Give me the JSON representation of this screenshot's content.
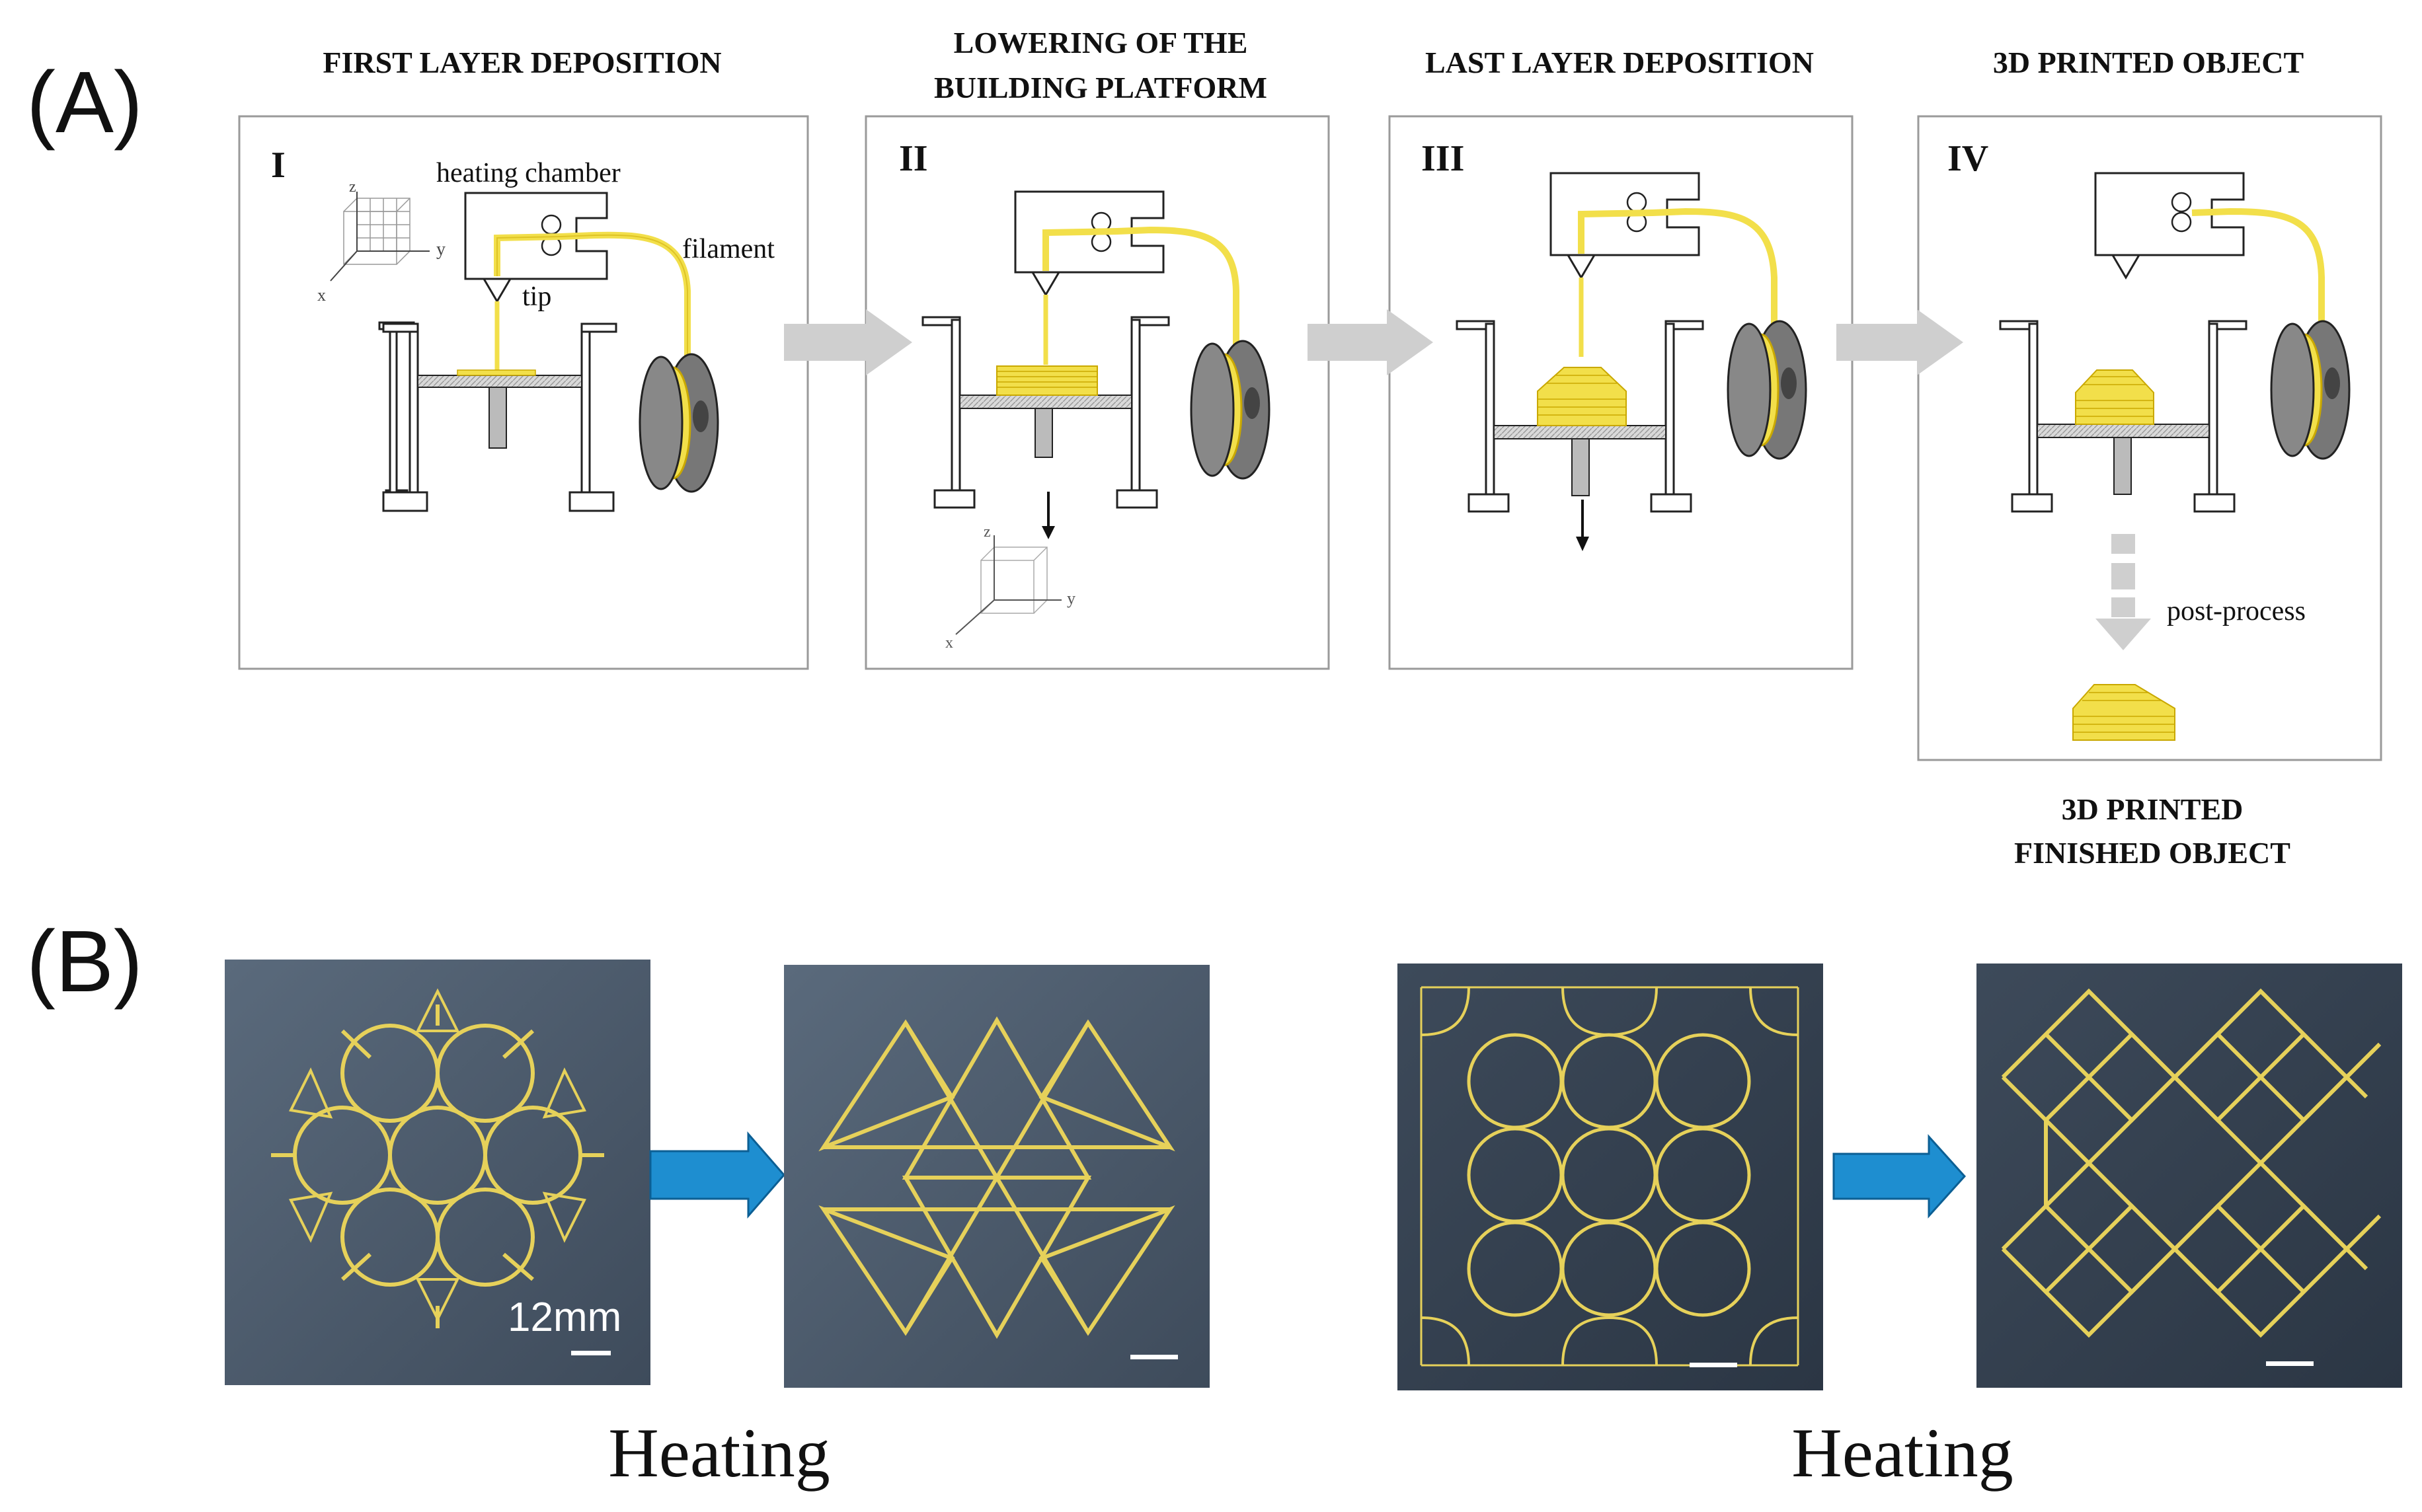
{
  "panel_a": {
    "label": "(A)",
    "steps": [
      {
        "numeral": "I",
        "title": [
          "FIRST LAYER DEPOSITION"
        ]
      },
      {
        "numeral": "II",
        "title": [
          "LOWERING OF THE",
          "BUILDING PLATFORM"
        ]
      },
      {
        "numeral": "III",
        "title": [
          "LAST LAYER DEPOSITION"
        ]
      },
      {
        "numeral": "IV",
        "title": [
          "3D PRINTED OBJECT"
        ]
      }
    ],
    "annotations": {
      "heating_chamber": "heating chamber",
      "filament": "filament",
      "tip": "tip",
      "post_process": "post-process",
      "axis_x": "x",
      "axis_y": "y",
      "axis_z": "z"
    },
    "finished_label": [
      "3D PRINTED",
      "FINISHED OBJECT"
    ]
  },
  "panel_b": {
    "label": "(B)",
    "heating_left": "Heating",
    "heating_right": "Heating",
    "scale_text": "12mm"
  },
  "colors": {
    "filament": "#f2df4a",
    "filament_edge": "#c9a800",
    "arrow_gray": "#cfcfcf",
    "arrow_blue": "#1e8ed0",
    "photo_bg": "#4b5a6c",
    "lattice": "#e6d15a"
  }
}
